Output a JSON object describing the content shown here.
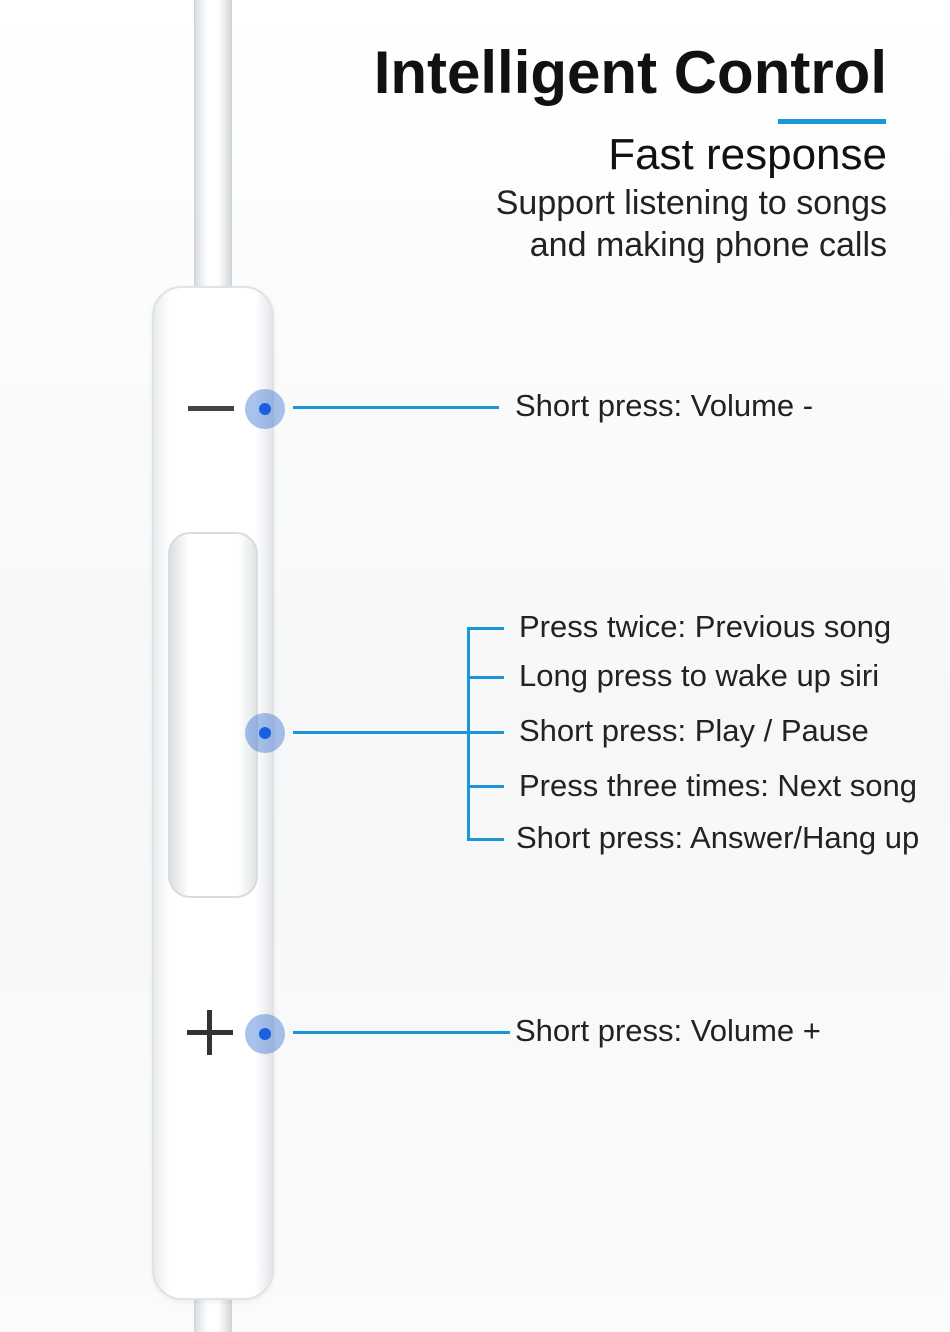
{
  "header": {
    "title": "Intelligent Control",
    "subtitle": "Fast response",
    "description_lines": [
      "Support listening to songs",
      "and making phone calls"
    ],
    "accent_color": "#1a95d6"
  },
  "remote": {
    "buttons": {
      "volume_down": {
        "symbol": "minus-icon",
        "label": "Short press: Volume -"
      },
      "play_pause": {
        "labels": [
          "Press twice: Previous song",
          "Long press to wake up siri",
          "Short press: Play / Pause",
          "Press three times: Next song",
          "Short press: Answer/Hang up"
        ]
      },
      "volume_up": {
        "symbol": "plus-icon",
        "label": "Short press: Volume +"
      }
    },
    "marker_color": "#1a5fe0"
  }
}
